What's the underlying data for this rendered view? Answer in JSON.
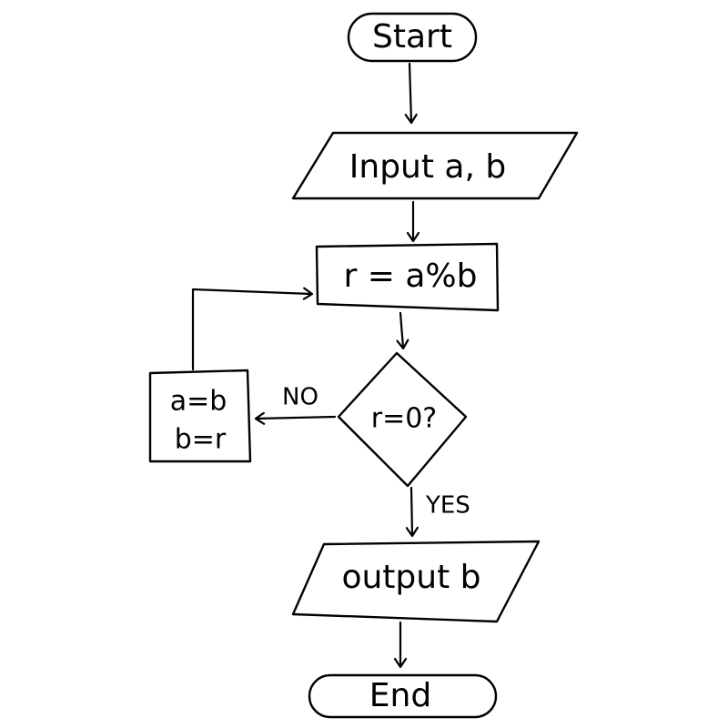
{
  "diagram": {
    "colors": {
      "stroke": "#000000",
      "background": "#ffffff"
    },
    "nodes": {
      "start": {
        "text": "Start",
        "shape": "terminator"
      },
      "input": {
        "text": "Input a, b",
        "shape": "parallelogram"
      },
      "compute": {
        "text": "r = a%b",
        "shape": "process"
      },
      "decision": {
        "text": "r=0?",
        "shape": "decision"
      },
      "swap": {
        "lines": [
          "a=b",
          "b=r"
        ],
        "shape": "process"
      },
      "output": {
        "text": "output b",
        "shape": "parallelogram"
      },
      "end": {
        "text": "End",
        "shape": "terminator"
      }
    },
    "edges": {
      "no_label": "NO",
      "yes_label": "YES"
    }
  }
}
